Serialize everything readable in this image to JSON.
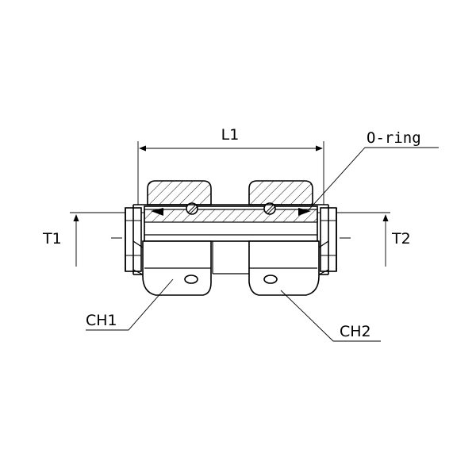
{
  "diagram": {
    "labels": {
      "length": "L1",
      "oring": "O-ring",
      "thread_left": "T1",
      "thread_right": "T2",
      "hex_left": "CH1",
      "hex_right": "CH2"
    }
  }
}
